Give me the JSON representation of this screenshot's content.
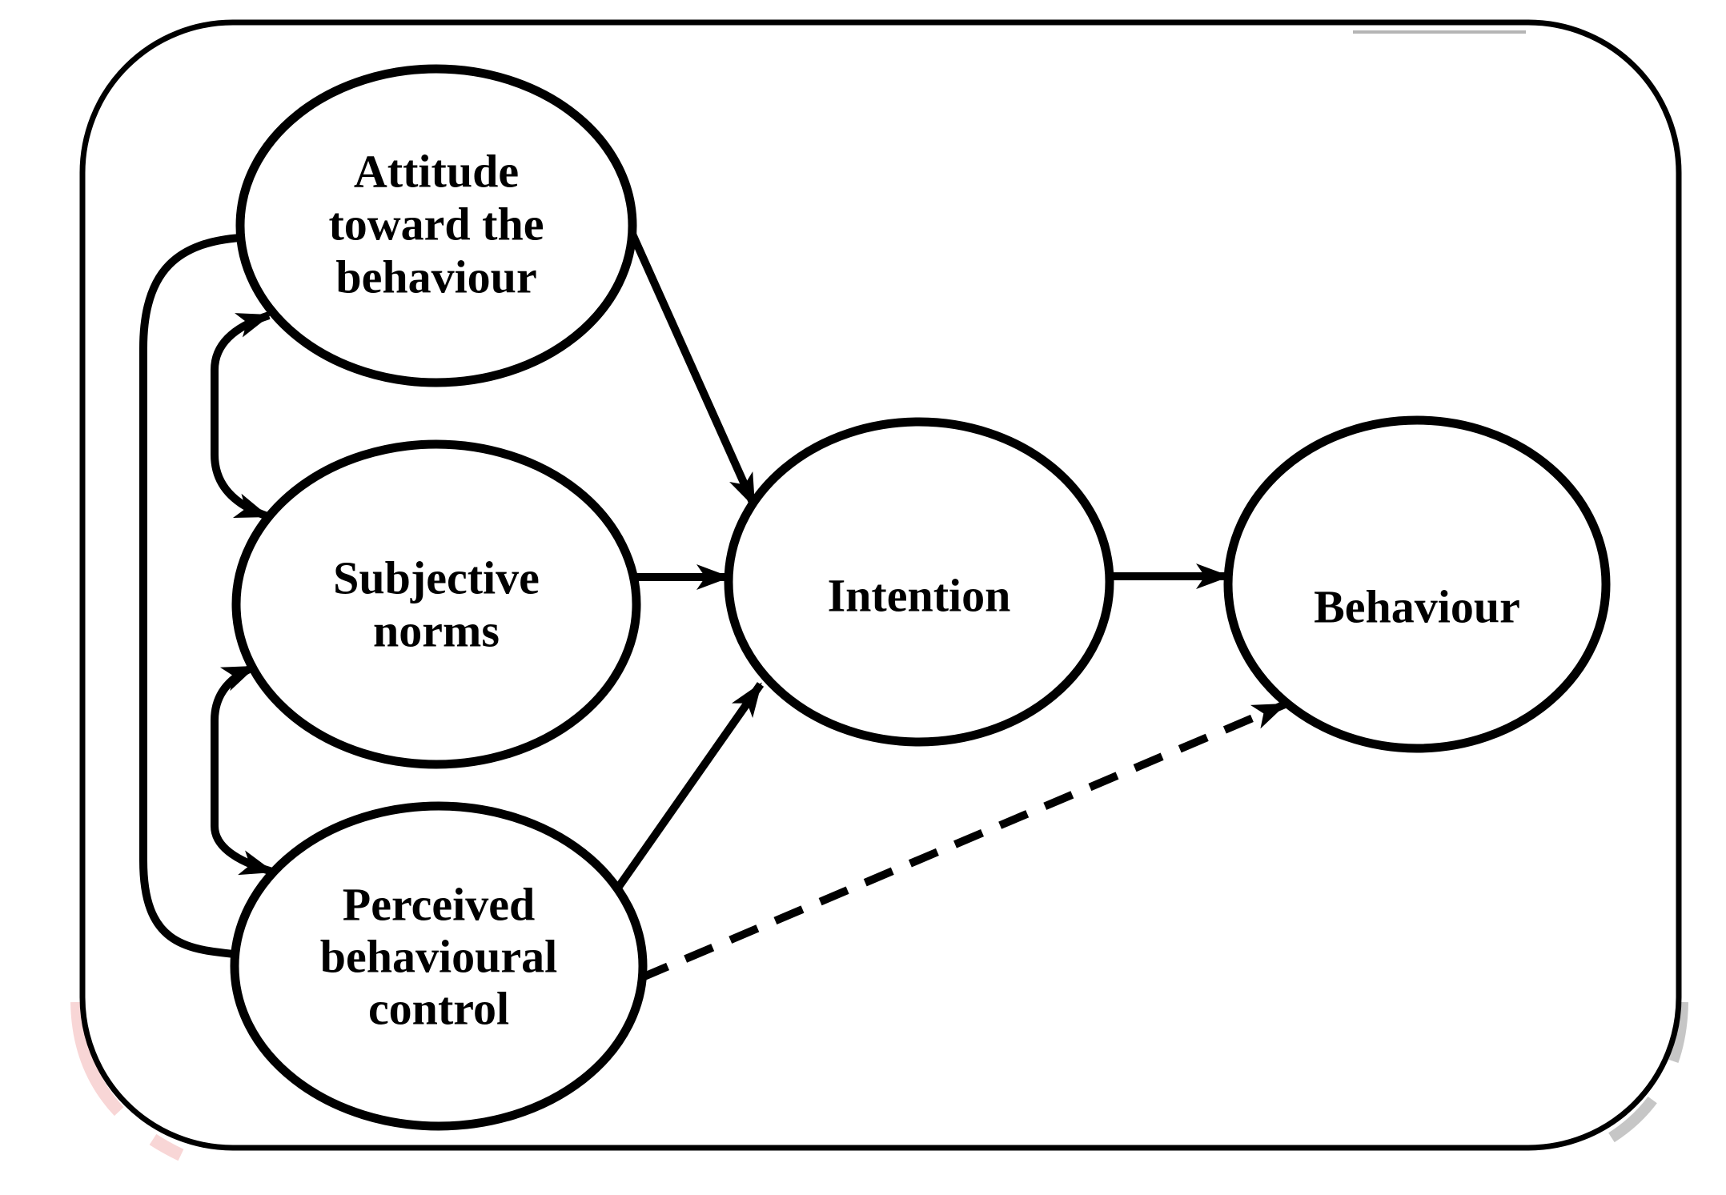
{
  "figure": {
    "type": "diagram",
    "model_nodes": {
      "attitude": {
        "lines": [
          "Attitude",
          "toward the",
          "behaviour"
        ]
      },
      "subjective_norms": {
        "lines": [
          "Subjective",
          "norms"
        ]
      },
      "perceived_control": {
        "lines": [
          "Perceived",
          "behavioural",
          "control"
        ]
      },
      "intention": {
        "lines": [
          "Intention"
        ]
      },
      "behaviour": {
        "lines": [
          "Behaviour"
        ]
      }
    },
    "edges": [
      {
        "from": "attitude",
        "to": "intention",
        "style": "solid",
        "arrowhead": "end"
      },
      {
        "from": "subjective_norms",
        "to": "intention",
        "style": "solid",
        "arrowhead": "end"
      },
      {
        "from": "perceived_control",
        "to": "intention",
        "style": "solid",
        "arrowhead": "end"
      },
      {
        "from": "intention",
        "to": "behaviour",
        "style": "solid",
        "arrowhead": "end"
      },
      {
        "from": "perceived_control",
        "to": "behaviour",
        "style": "dashed",
        "arrowhead": "end"
      },
      {
        "from": "attitude",
        "to": "subjective_norms",
        "style": "solid-bracket",
        "arrowhead": "both"
      },
      {
        "from": "subjective_norms",
        "to": "perceived_control",
        "style": "solid-bracket",
        "arrowhead": "both"
      },
      {
        "from": "attitude",
        "to": "perceived_control",
        "style": "solid-bracket",
        "arrowhead": "none"
      }
    ],
    "colors": {
      "ink": "#000000",
      "background": "#ffffff",
      "artifact_pink": "#f8d6d6",
      "artifact_gray": "#c6c6c6"
    }
  }
}
